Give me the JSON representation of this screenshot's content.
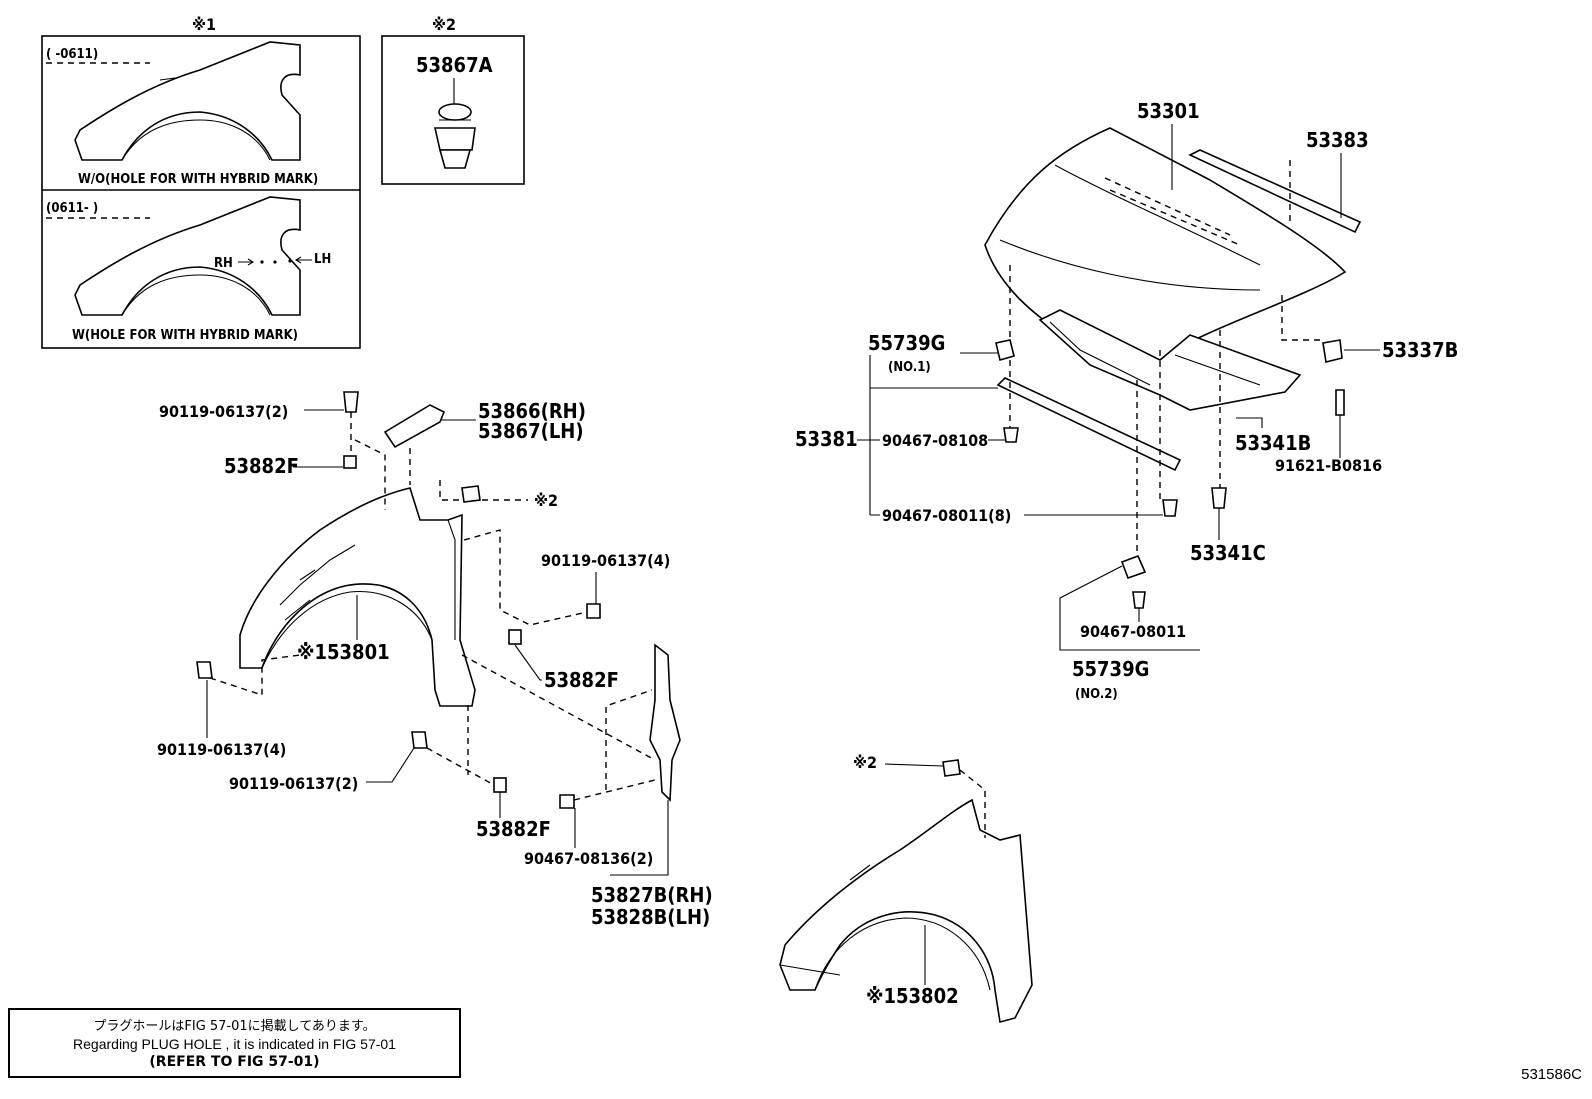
{
  "inset1": {
    "marker": "※1",
    "top_range": "(      -0611)",
    "top_caption": "W/O(HOLE FOR WITH HYBRID MARK)",
    "bottom_range": "(0611-      )",
    "rh": "RH",
    "lh": "LH",
    "bottom_caption": "W(HOLE FOR WITH HYBRID MARK)"
  },
  "inset2": {
    "marker": "※2",
    "part": "53867A"
  },
  "parts": {
    "p53301": "53301",
    "p53383": "53383",
    "p55739g_1": "55739G",
    "no1": "(NO.1)",
    "p53337b": "53337B",
    "p53381": "53381",
    "p90467_08108": "90467-08108",
    "p53341b": "53341B",
    "p91621_b0816": "91621-B0816",
    "p90467_08011_8": "90467-08011(8)",
    "p53341c": "53341C",
    "p90467_08011": "90467-08011",
    "p55739g_2": "55739G",
    "no2": "(NO.2)",
    "p90119_2_top": "90119-06137(2)",
    "p53866": "53866(RH)",
    "p53867": "53867(LH)",
    "p53882f_a": "53882F",
    "mark2_a": "※2",
    "p90119_4_right": "90119-06137(4)",
    "p53801": "※153801",
    "p53882f_b": "53882F",
    "p90119_4_left": "90119-06137(4)",
    "p90119_2_bottom": "90119-06137(2)",
    "p53882f_c": "53882F",
    "p90467_08136": "90467-08136(2)",
    "p53827b": "53827B(RH)",
    "p53828b": "53828B(LH)",
    "mark2_b": "※2",
    "p53802": "※153802"
  },
  "note": {
    "line1": "プラグホールはFIG 57-01に掲載してあります。",
    "line2": "Regarding  PLUG  HOLE , it is indicated in FIG 57-01",
    "line3": "(REFER TO FIG 57-01)"
  },
  "figure_id": "531586C"
}
